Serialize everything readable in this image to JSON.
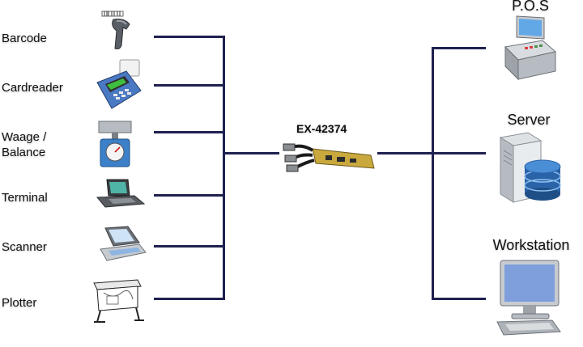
{
  "diagram": {
    "center_device": {
      "label": "EX-42374",
      "icon": "serial-card-icon"
    },
    "left_devices": [
      {
        "label": "Barcode",
        "icon": "barcode-scanner-icon"
      },
      {
        "label": "Cardreader",
        "icon": "card-reader-icon"
      },
      {
        "label": "Waage / Balance",
        "icon": "scale-icon"
      },
      {
        "label": "Terminal",
        "icon": "terminal-icon"
      },
      {
        "label": "Scanner",
        "icon": "flatbed-scanner-icon"
      },
      {
        "label": "Plotter",
        "icon": "plotter-icon"
      }
    ],
    "right_devices": [
      {
        "label": "P.O.S",
        "icon": "pos-terminal-icon"
      },
      {
        "label": "Server",
        "icon": "server-icon"
      },
      {
        "label": "Workstation",
        "icon": "workstation-icon"
      }
    ],
    "colors": {
      "wire": "#1f2150"
    }
  }
}
